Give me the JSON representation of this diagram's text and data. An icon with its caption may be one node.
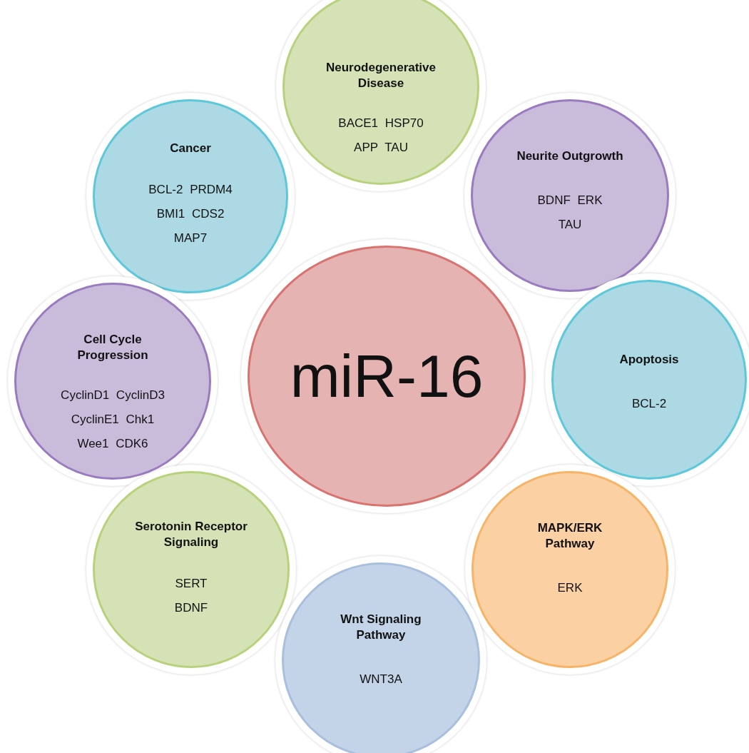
{
  "diagram": {
    "nodes": [
      {
        "text": [
          "miR-16"
        ]
      },
      {
        "text": [
          "Neurodegenerative Disease",
          "BACE1 HSP70 APP TAU"
        ]
      },
      {
        "text": [
          "Cancer",
          "BCL-2 PRDM4 BMI1 CDS2 MAP7"
        ]
      },
      {
        "text": [
          "Neurite Outgrowth",
          "BDNF ERK TAU"
        ]
      },
      {
        "text": [
          "Cell Cycle Progression",
          "CyclinD1 CyclinD3 CyclinE1 Chk1 Wee1 CDK6"
        ]
      },
      {
        "text": [
          "Apoptosis",
          "BCL-2"
        ]
      },
      {
        "text": [
          "Serotonin Receptor Signaling",
          "SERT BDNF"
        ]
      },
      {
        "text": [
          "MAPK/ERK Pathway",
          "ERK"
        ]
      },
      {
        "text": [
          "Wnt Signaling Pathway",
          "WNT3A"
        ]
      }
    ]
  }
}
